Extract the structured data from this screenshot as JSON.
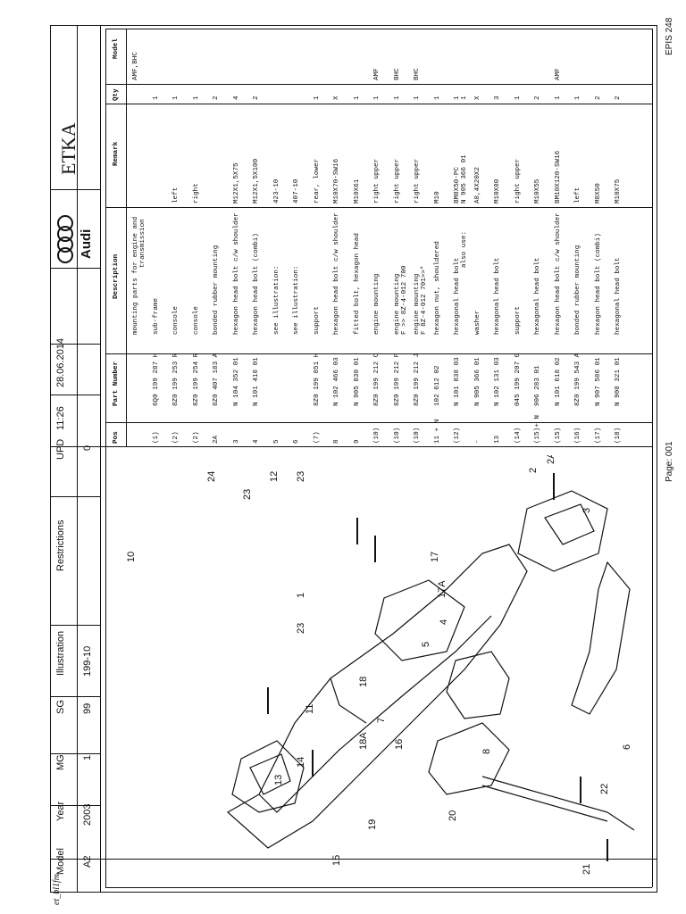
{
  "header": {
    "labels": [
      "Model",
      "Year",
      "MG",
      "SG",
      "Illustration",
      "Restrictions",
      "UPD",
      "11:26",
      "28.06.2014"
    ],
    "values": {
      "model": "A2",
      "year": "2003",
      "mg": "1",
      "sg": "99",
      "illustration": "199-10",
      "upd": "0"
    },
    "brand_text": "Audi",
    "title": "ETKA"
  },
  "table": {
    "columns": [
      "Pos",
      "Part Number",
      "Description",
      "Remark",
      "Qty",
      "Model"
    ],
    "rows": [
      {
        "pos": "",
        "part": "",
        "desc": "mounting parts for engine and",
        "desc2": "transmission",
        "remark": "",
        "qty": "",
        "model": "AMF,BHC"
      },
      {
        "pos": "(1)",
        "part": "6Q0 199 287 H",
        "desc": "sub-frame",
        "desc2": "",
        "remark": "",
        "qty": "1",
        "model": ""
      },
      {
        "pos": "(2)",
        "part": "8Z0 199 253 R",
        "desc": "console",
        "desc2": "",
        "remark": "left",
        "qty": "1",
        "model": ""
      },
      {
        "pos": "(2)",
        "part": "8Z0 199 254 R",
        "desc": "console",
        "desc2": "",
        "remark": "right",
        "qty": "1",
        "model": ""
      },
      {
        "pos": "2A",
        "part": "8Z0 407 183 A",
        "desc": "bonded rubber mounting",
        "desc2": "",
        "remark": "",
        "qty": "2",
        "model": ""
      },
      {
        "pos": "3",
        "part": "N  104 352 01",
        "desc": "hexagon head bolt c/w shoulder",
        "desc2": "",
        "remark": "M12X1,5X75",
        "qty": "4",
        "model": ""
      },
      {
        "pos": "4",
        "part": "N  101 418 01",
        "desc": "hexagon head bolt (combi)",
        "desc2": "",
        "remark": "M12X1,5X100",
        "qty": "2",
        "model": ""
      },
      {
        "pos": "5",
        "part": "",
        "desc": "see illustration:",
        "desc2": "",
        "remark": "423-10",
        "qty": "",
        "model": ""
      },
      {
        "pos": "6",
        "part": "",
        "desc": "see illustration:",
        "desc2": "",
        "remark": "407-10",
        "qty": "",
        "model": ""
      },
      {
        "pos": "(7)",
        "part": "8Z0 199 851 H",
        "desc": "support",
        "desc2": "",
        "remark": "rear, lower",
        "qty": "1",
        "model": ""
      },
      {
        "pos": "8",
        "part": "N  102 466 03",
        "desc": "hexagon head bolt c/w shoulder",
        "desc2": "",
        "remark": "M10X70-SW16",
        "qty": "X",
        "model": ""
      },
      {
        "pos": "9",
        "part": "N  905 830 01",
        "desc": "fitted bolt, hexagon head",
        "desc2": "",
        "remark": "M10X61",
        "qty": "1",
        "model": ""
      },
      {
        "pos": "(10)",
        "part": "8Z0 199 212 C",
        "desc": "engine mounting",
        "desc2": "",
        "remark": "right upper",
        "qty": "1",
        "model": "AMF"
      },
      {
        "pos": "(10)",
        "part": "8Z0 199 212 F",
        "desc": "engine mounting",
        "desc2": "F                  >> 8Z-4-012 700",
        "remark": "right upper",
        "qty": "1",
        "model": "BHC"
      },
      {
        "pos": "(10)",
        "part": "8Z0 199 212 J",
        "desc": "engine mounting",
        "desc2": "F 8Z-4-012 701>>*",
        "remark": "right upper",
        "qty": "1",
        "model": "BHC"
      },
      {
        "pos": "11 + N",
        "part": "102 612 02",
        "desc": "hexagon nut, shouldered",
        "desc2": "",
        "remark": "M10",
        "qty": "1",
        "model": ""
      },
      {
        "pos": "(12)",
        "part": "N  101 838 03",
        "desc": "hexagonal head bolt",
        "desc2": "also use:",
        "remark": "BM8X50-PC",
        "remark2": "N  905 366 01",
        "qty": "1",
        "qty2": "1",
        "model": ""
      },
      {
        "pos": "-",
        "part": "N  905 366 01",
        "desc": "washer",
        "desc2": "",
        "remark": "A8,4X20X2",
        "qty": "X",
        "model": ""
      },
      {
        "pos": "13",
        "part": "N  102 131 03",
        "desc": "hexagonal head bolt",
        "desc2": "",
        "remark": "M10X80",
        "qty": "3",
        "model": ""
      },
      {
        "pos": "(14)",
        "part": "045 199 207 G",
        "desc": "support",
        "desc2": "",
        "remark": "right upper",
        "qty": "1",
        "model": ""
      },
      {
        "pos": "(15)+ N",
        "part": "906 283 01",
        "desc": "hexagonal head bolt",
        "desc2": "",
        "remark": "M10X55",
        "qty": "2",
        "model": ""
      },
      {
        "pos": "(15)",
        "part": "N  101 618 02",
        "desc": "hexagon head bolt c/w shoulder",
        "desc2": "",
        "remark": "BM10X120-SW16",
        "qty": "1",
        "model": "AMF"
      },
      {
        "pos": "(16)",
        "part": "8Z0 199 543 A",
        "desc": "bonded rubber mounting",
        "desc2": "",
        "remark": "left",
        "qty": "1",
        "model": ""
      },
      {
        "pos": "(17)",
        "part": "N  907 586 01",
        "desc": "hexagon head bolt (combi)",
        "desc2": "",
        "remark": "M8X50",
        "qty": "2",
        "model": ""
      },
      {
        "pos": "(18)",
        "part": "N  908 321 01",
        "desc": "hexagonal head bolt",
        "desc2": "",
        "remark": "M10X75",
        "qty": "2",
        "model": ""
      }
    ]
  },
  "illustration_callouts": [
    "1",
    "2",
    "2A",
    "3",
    "4",
    "5",
    "6",
    "7",
    "8",
    "10",
    "11",
    "12",
    "13",
    "14",
    "15",
    "16",
    "17",
    "17A",
    "18",
    "18A",
    "19",
    "20",
    "21",
    "22",
    "23",
    "23",
    "23",
    "24"
  ],
  "footer": {
    "epis": "EPIS 248",
    "page": "Page: 001",
    "file": "et_bl1fm"
  }
}
